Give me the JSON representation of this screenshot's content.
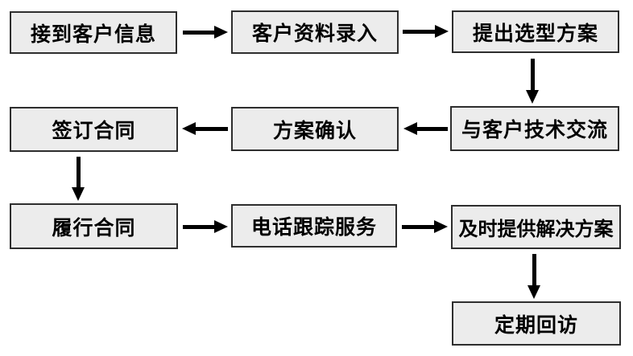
{
  "diagram": {
    "type": "flowchart",
    "colors": {
      "background": "#ffffff",
      "node_fill": "#ececec",
      "node_border": "#2e2e2e",
      "text": "#000000",
      "arrow": "#000000"
    },
    "nodes": [
      {
        "id": "receive-customer-info",
        "label": "接到客户信息"
      },
      {
        "id": "customer-data-entry",
        "label": "客户资料录入"
      },
      {
        "id": "propose-selection-plan",
        "label": "提出选型方案"
      },
      {
        "id": "technical-exchange",
        "label": "与客户技术交流"
      },
      {
        "id": "plan-confirmation",
        "label": "方案确认"
      },
      {
        "id": "sign-contract",
        "label": "签订合同"
      },
      {
        "id": "perform-contract",
        "label": "履行合同"
      },
      {
        "id": "phone-followup-service",
        "label": "电话跟踪服务"
      },
      {
        "id": "timely-solutions",
        "label": "及时提供解决方案"
      },
      {
        "id": "regular-return-visit",
        "label": "定期回访"
      }
    ],
    "edges": [
      {
        "from": "receive-customer-info",
        "to": "customer-data-entry",
        "direction": "right"
      },
      {
        "from": "customer-data-entry",
        "to": "propose-selection-plan",
        "direction": "right"
      },
      {
        "from": "propose-selection-plan",
        "to": "technical-exchange",
        "direction": "down"
      },
      {
        "from": "technical-exchange",
        "to": "plan-confirmation",
        "direction": "left"
      },
      {
        "from": "plan-confirmation",
        "to": "sign-contract",
        "direction": "left"
      },
      {
        "from": "sign-contract",
        "to": "perform-contract",
        "direction": "down"
      },
      {
        "from": "perform-contract",
        "to": "phone-followup-service",
        "direction": "right"
      },
      {
        "from": "phone-followup-service",
        "to": "timely-solutions",
        "direction": "right"
      },
      {
        "from": "timely-solutions",
        "to": "regular-return-visit",
        "direction": "down"
      }
    ]
  }
}
